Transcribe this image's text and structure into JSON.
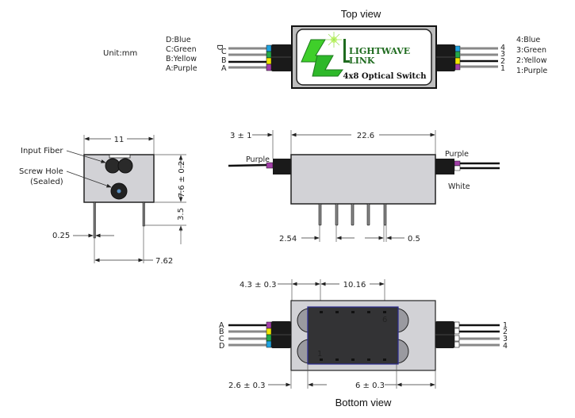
{
  "top_view": {
    "title": "Top view",
    "unit": "Unit:mm",
    "left_legend": [
      "D:Blue",
      "C:Green",
      "B:Yellow",
      "A:Purple"
    ],
    "left_fiber_letters": [
      "D",
      "C",
      "B",
      "A"
    ],
    "right_legend": [
      "4:Blue",
      "3:Green",
      "2:Yellow",
      "1:Purple"
    ],
    "right_fiber_numbers": [
      "4",
      "3",
      "2",
      "1"
    ],
    "brand_line1": "LIGHTWAVE",
    "brand_line2": "LINK",
    "product_label": "4x8 Optical Switch",
    "colors": {
      "blue": "#1fa3e0",
      "green": "#22a84a",
      "yellow": "#f2e600",
      "purple": "#a23fa8",
      "logo_green": "#3fcf2a"
    }
  },
  "end_view": {
    "input_fiber_label": "Input Fiber",
    "screw_hole_label": "Screw Hole",
    "screw_hole_sub": "(Sealed)",
    "width_dim": "11",
    "height_dim": "7.6 ± 0.2",
    "pin_len_dim": "3.5",
    "pin_width_dim": "0.25",
    "pin_spacing_dim": "7.62"
  },
  "side_view": {
    "boot_dim": "3 ± 1",
    "length_dim": "22.6",
    "left_fiber_label": "Purple",
    "right_fiber_top_label": "Purple",
    "right_fiber_bottom_label": "White",
    "pitch_dim": "2.54",
    "pin_dim": "0.5"
  },
  "bottom_view": {
    "title": "Bottom view",
    "offset_dim": "4.3 ± 0.3",
    "pin_span_dim": "10.16",
    "left_edge_dim": "2.6 ± 0.3",
    "right_edge_dim": "6 ± 0.3",
    "pin_label_1": "1",
    "pin_label_6": "6",
    "left_fiber_letters": [
      "A",
      "B",
      "C",
      "D"
    ],
    "right_fiber_numbers": [
      "1",
      "2",
      "3",
      "4"
    ]
  }
}
